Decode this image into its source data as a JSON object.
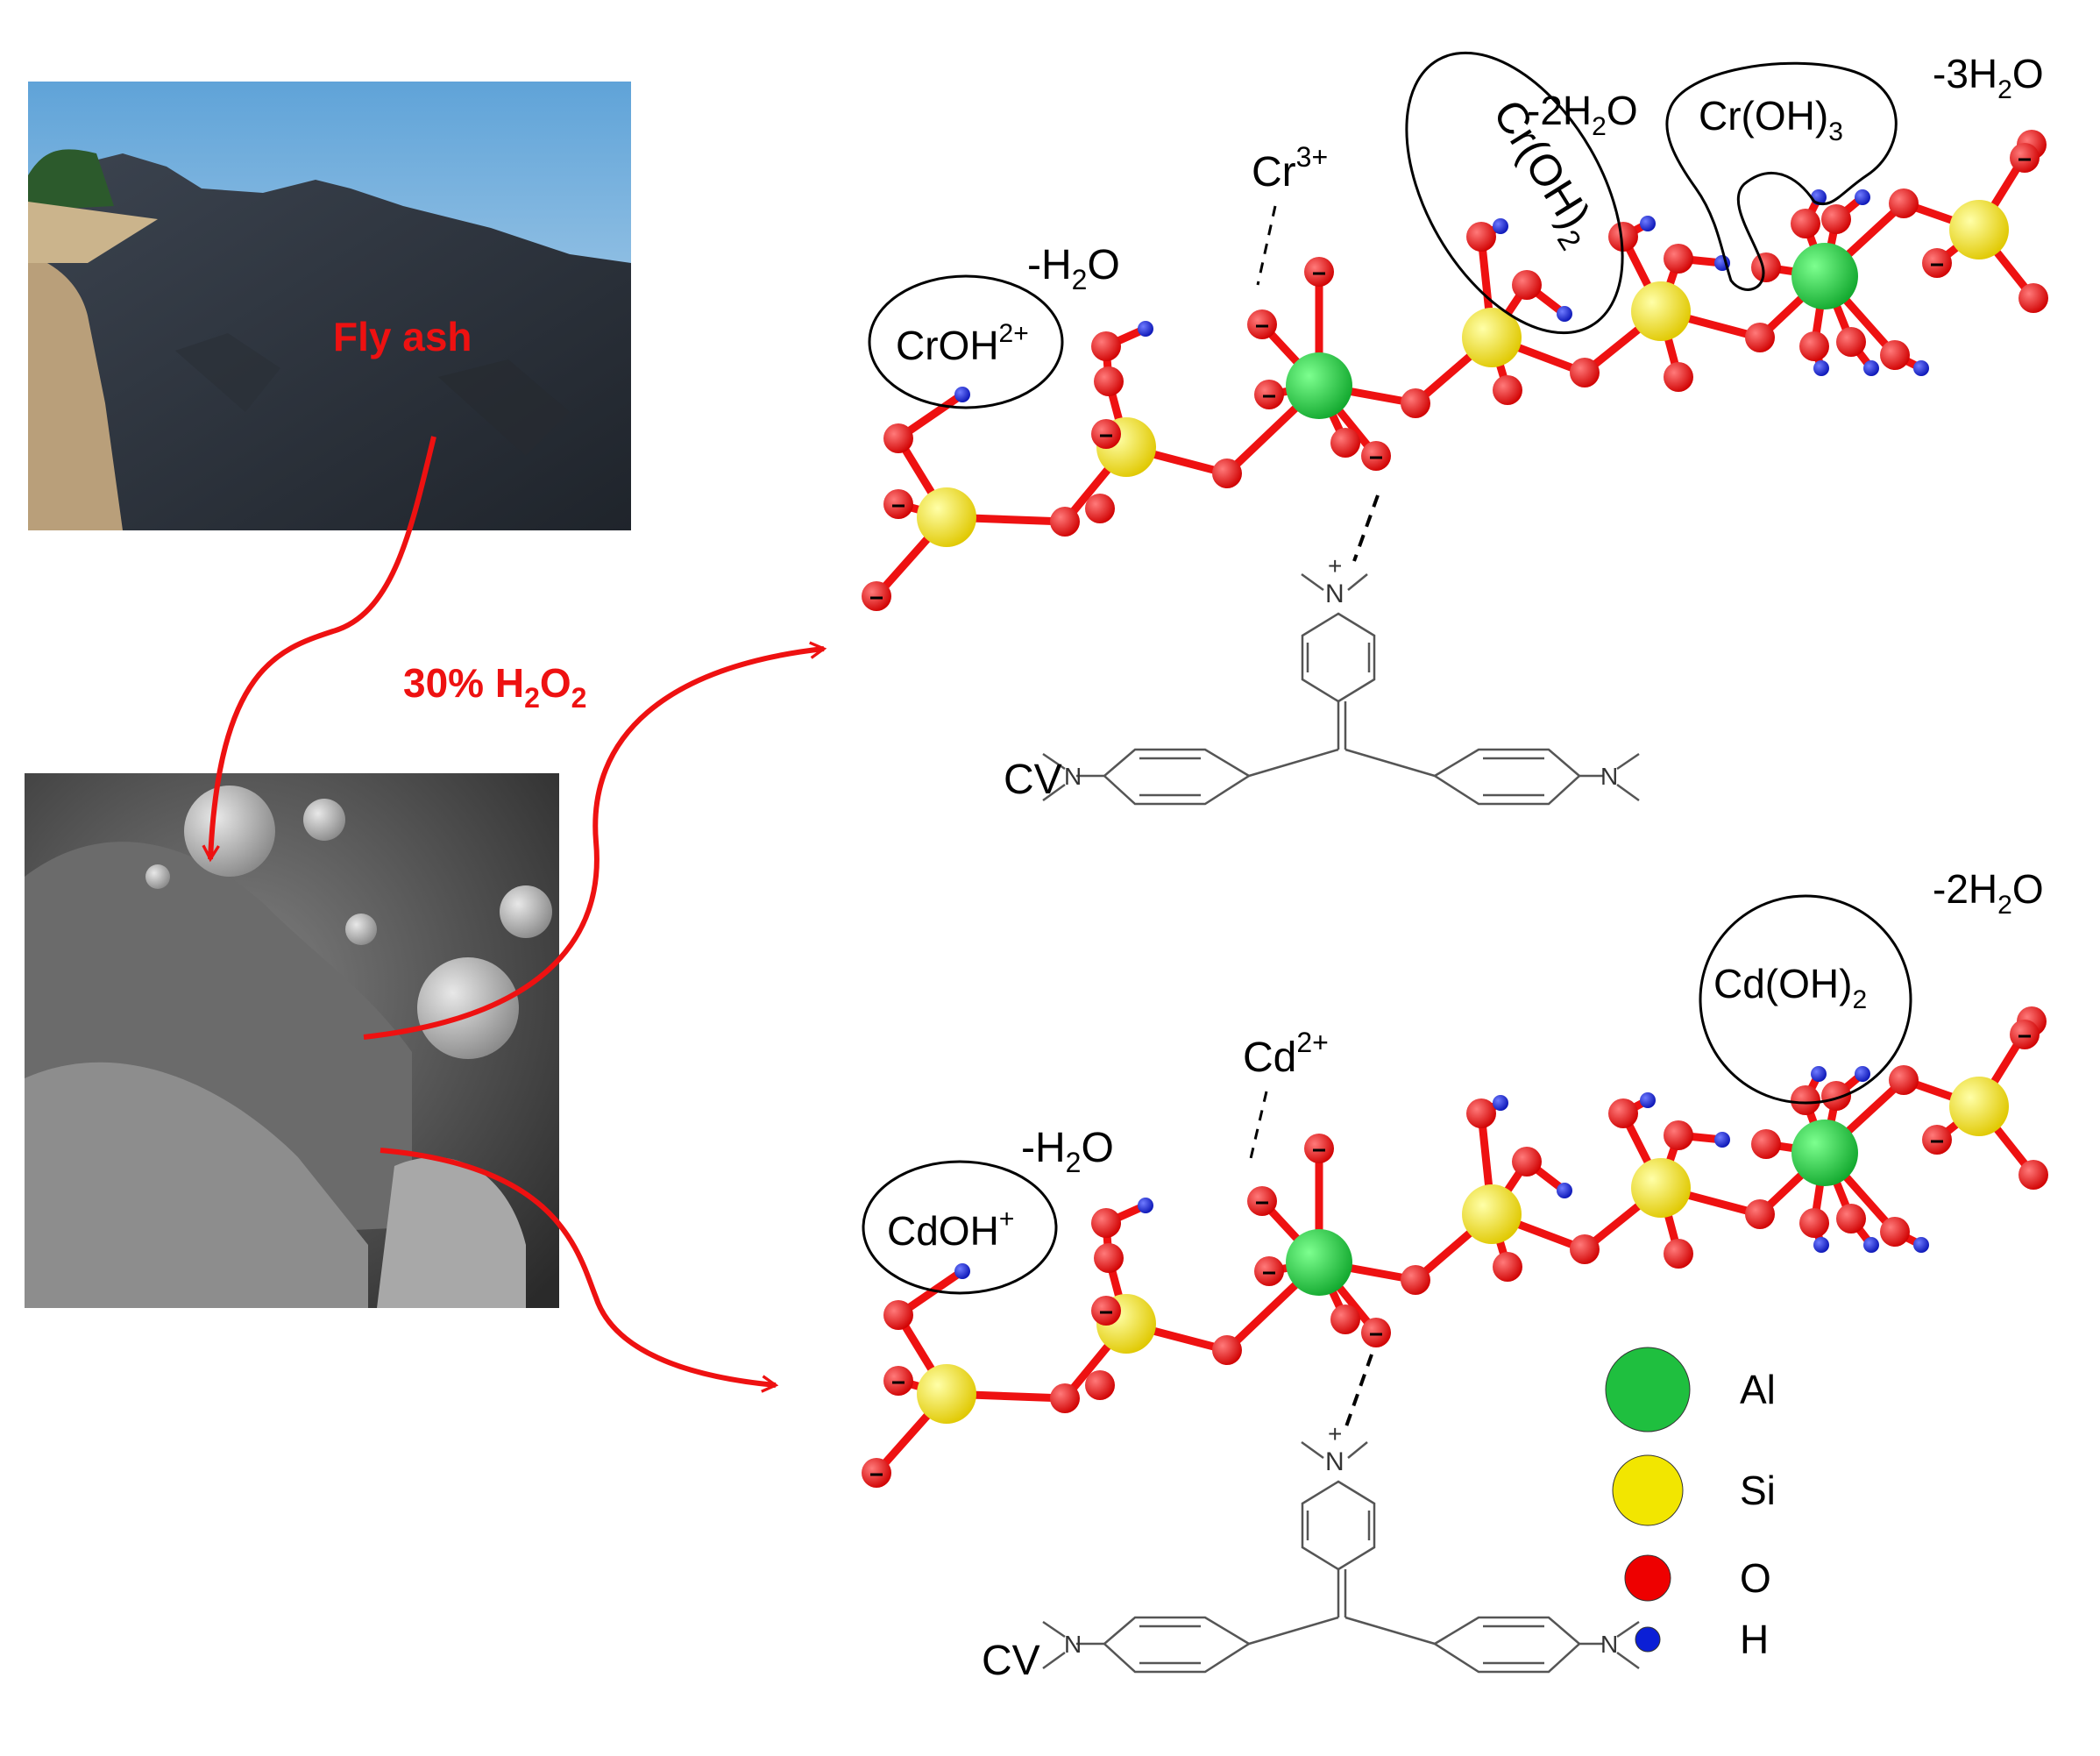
{
  "photos": {
    "fly_ash_label": "Fly ash",
    "treatment_label": "30% H",
    "treatment_sub": "2",
    "treatment_mid": "O",
    "treatment_sub2": "2"
  },
  "top_chain": {
    "species_1": "CrOH",
    "species_1_charge": "2+",
    "loss_1": "-H",
    "loss_1_sub": "2",
    "loss_1_end": "O",
    "ion": "Cr",
    "ion_charge": "3+",
    "species_2": "Cr(OH)",
    "species_2_sub": "2",
    "loss_2": "-2H",
    "loss_2_sub": "2",
    "loss_2_end": "O",
    "species_3": "Cr(OH)",
    "species_3_sub": "3",
    "loss_3": "-3H",
    "loss_3_sub": "2",
    "loss_3_end": "O",
    "dye_label": "CV",
    "dye_n_plus": "+",
    "dye_n": "N"
  },
  "bottom_chain": {
    "species_1": "CdOH",
    "species_1_charge": "+",
    "loss_1": "-H",
    "loss_1_sub": "2",
    "loss_1_end": "O",
    "ion": "Cd",
    "ion_charge": "2+",
    "species_2": "Cd(OH)",
    "species_2_sub": "2",
    "loss_2": "-2H",
    "loss_2_sub": "2",
    "loss_2_end": "O",
    "dye_label": "CV",
    "dye_n_plus": "+",
    "dye_n": "N"
  },
  "legend": {
    "items": [
      {
        "label": "Al",
        "color": "#1fbf3f"
      },
      {
        "label": "Si",
        "color": "#f2e600"
      },
      {
        "label": "O",
        "color": "#ee0000"
      },
      {
        "label": "H",
        "color": "#0b1fd6"
      }
    ]
  },
  "colors": {
    "arrow": "#ee1111",
    "label_red": "#ee1111",
    "bond": "#ee1111"
  }
}
